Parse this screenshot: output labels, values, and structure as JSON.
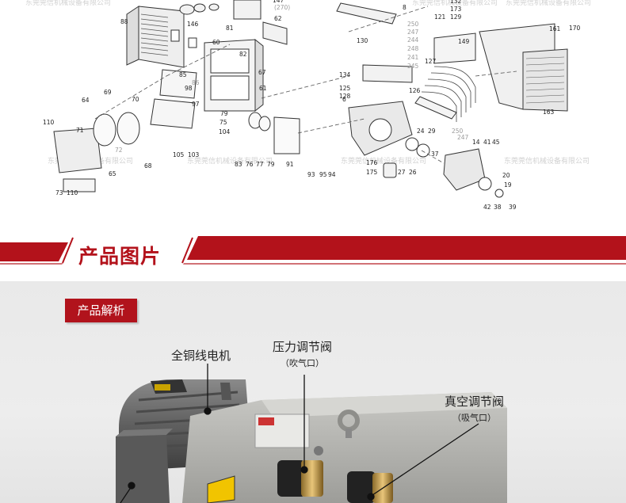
{
  "watermark": "东莞莞信机械设备有限公司",
  "parts": {
    "left": [
      "88",
      "146",
      "81",
      "62",
      "147",
      "(270)",
      "60",
      "82",
      "67",
      "85",
      "86",
      "61",
      "69",
      "70",
      "64",
      "110",
      "71",
      "72",
      "98",
      "97",
      "79",
      "75",
      "104",
      "68",
      "105",
      "103",
      "65",
      "73",
      "110",
      "83",
      "76",
      "77",
      "79",
      "91",
      "93",
      "95",
      "94"
    ],
    "right": [
      "8",
      "132",
      "173",
      "121",
      "129",
      "149",
      "161",
      "170",
      "130",
      "250",
      "247",
      "244",
      "248",
      "241",
      "245",
      "127",
      "134",
      "125",
      "128",
      "6",
      "126",
      "163",
      "24",
      "29",
      "37",
      "250",
      "247",
      "14",
      "41",
      "45",
      "176",
      "27",
      "26",
      "175",
      "20",
      "19",
      "42",
      "38",
      "39"
    ]
  },
  "banner": {
    "title": "产品图片"
  },
  "analysis": {
    "tag": "产品解析",
    "annotations": [
      {
        "label": "全铜线电机",
        "sub": ""
      },
      {
        "label": "压力调节阀",
        "sub": "（吹气口）"
      },
      {
        "label": "真空调节阀",
        "sub": "（吸气口）"
      }
    ]
  },
  "colors": {
    "brand_red": "#b3121b",
    "section_bg": "#e9e9e9"
  }
}
